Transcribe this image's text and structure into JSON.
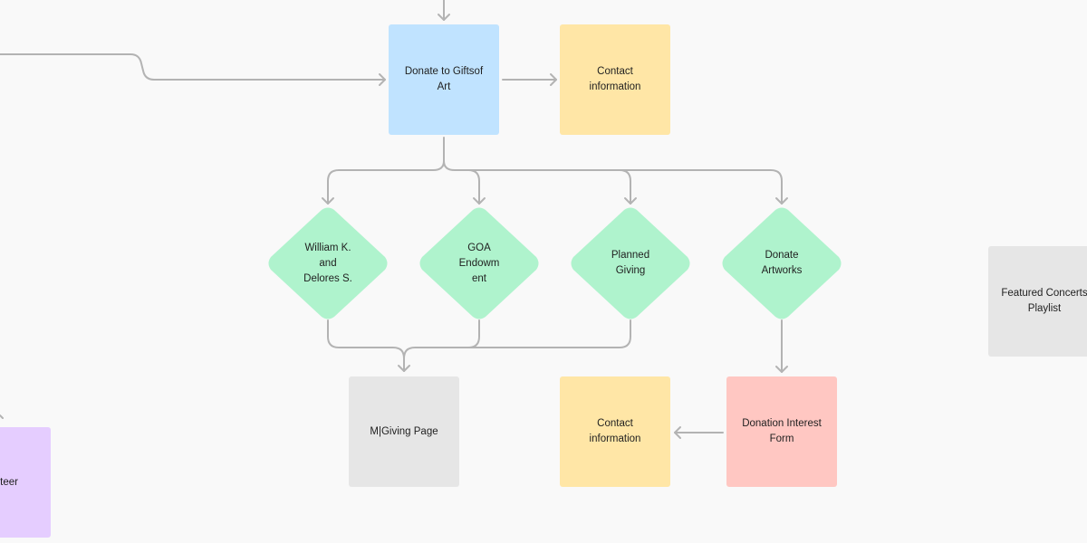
{
  "diagram": {
    "background": "#f9f9f9",
    "connector_color": "#b3b3b3",
    "nodes": {
      "donate": {
        "label": "Donate to Giftsof\nArt",
        "shape": "rectangle",
        "color": "#c0e3ff"
      },
      "contact_top": {
        "label": "Contact\ninformation",
        "shape": "rectangle",
        "color": "#ffe6a6"
      },
      "william": {
        "label": "William K.\nand\nDelores S.",
        "shape": "diamond",
        "color": "#aff3cd"
      },
      "goa": {
        "label": "GOA\nEndowm\nent",
        "shape": "diamond",
        "color": "#aff3cd"
      },
      "planned": {
        "label": "Planned\nGiving",
        "shape": "diamond",
        "color": "#aff3cd"
      },
      "artworks": {
        "label": "Donate\nArtworks",
        "shape": "diamond",
        "color": "#aff3cd"
      },
      "featured": {
        "label": "Featured Concerts\nPlaylist",
        "shape": "rectangle",
        "color": "#e6e6e6"
      },
      "mgiving": {
        "label": "M|Giving Page",
        "shape": "rectangle",
        "color": "#e6e6e6"
      },
      "contact_bottom": {
        "label": "Contact\ninformation",
        "shape": "rectangle",
        "color": "#ffe6a6"
      },
      "interest": {
        "label": "Donation Interest\nForm",
        "shape": "rectangle",
        "color": "#ffc7c2"
      },
      "volunteer_partial": {
        "label": "teer",
        "shape": "rectangle",
        "color": "#e5cdff"
      }
    },
    "edges": [
      {
        "from": "offscreen-top",
        "to": "donate"
      },
      {
        "from": "offscreen-left",
        "to": "donate"
      },
      {
        "from": "donate",
        "to": "contact_top"
      },
      {
        "from": "donate",
        "to": "william"
      },
      {
        "from": "donate",
        "to": "goa"
      },
      {
        "from": "donate",
        "to": "planned"
      },
      {
        "from": "donate",
        "to": "artworks"
      },
      {
        "from": "william",
        "to": "mgiving"
      },
      {
        "from": "goa",
        "to": "mgiving"
      },
      {
        "from": "planned",
        "to": "mgiving"
      },
      {
        "from": "artworks",
        "to": "interest"
      },
      {
        "from": "interest",
        "to": "contact_bottom"
      },
      {
        "from": "offscreen-left",
        "to": "volunteer_partial"
      }
    ]
  }
}
